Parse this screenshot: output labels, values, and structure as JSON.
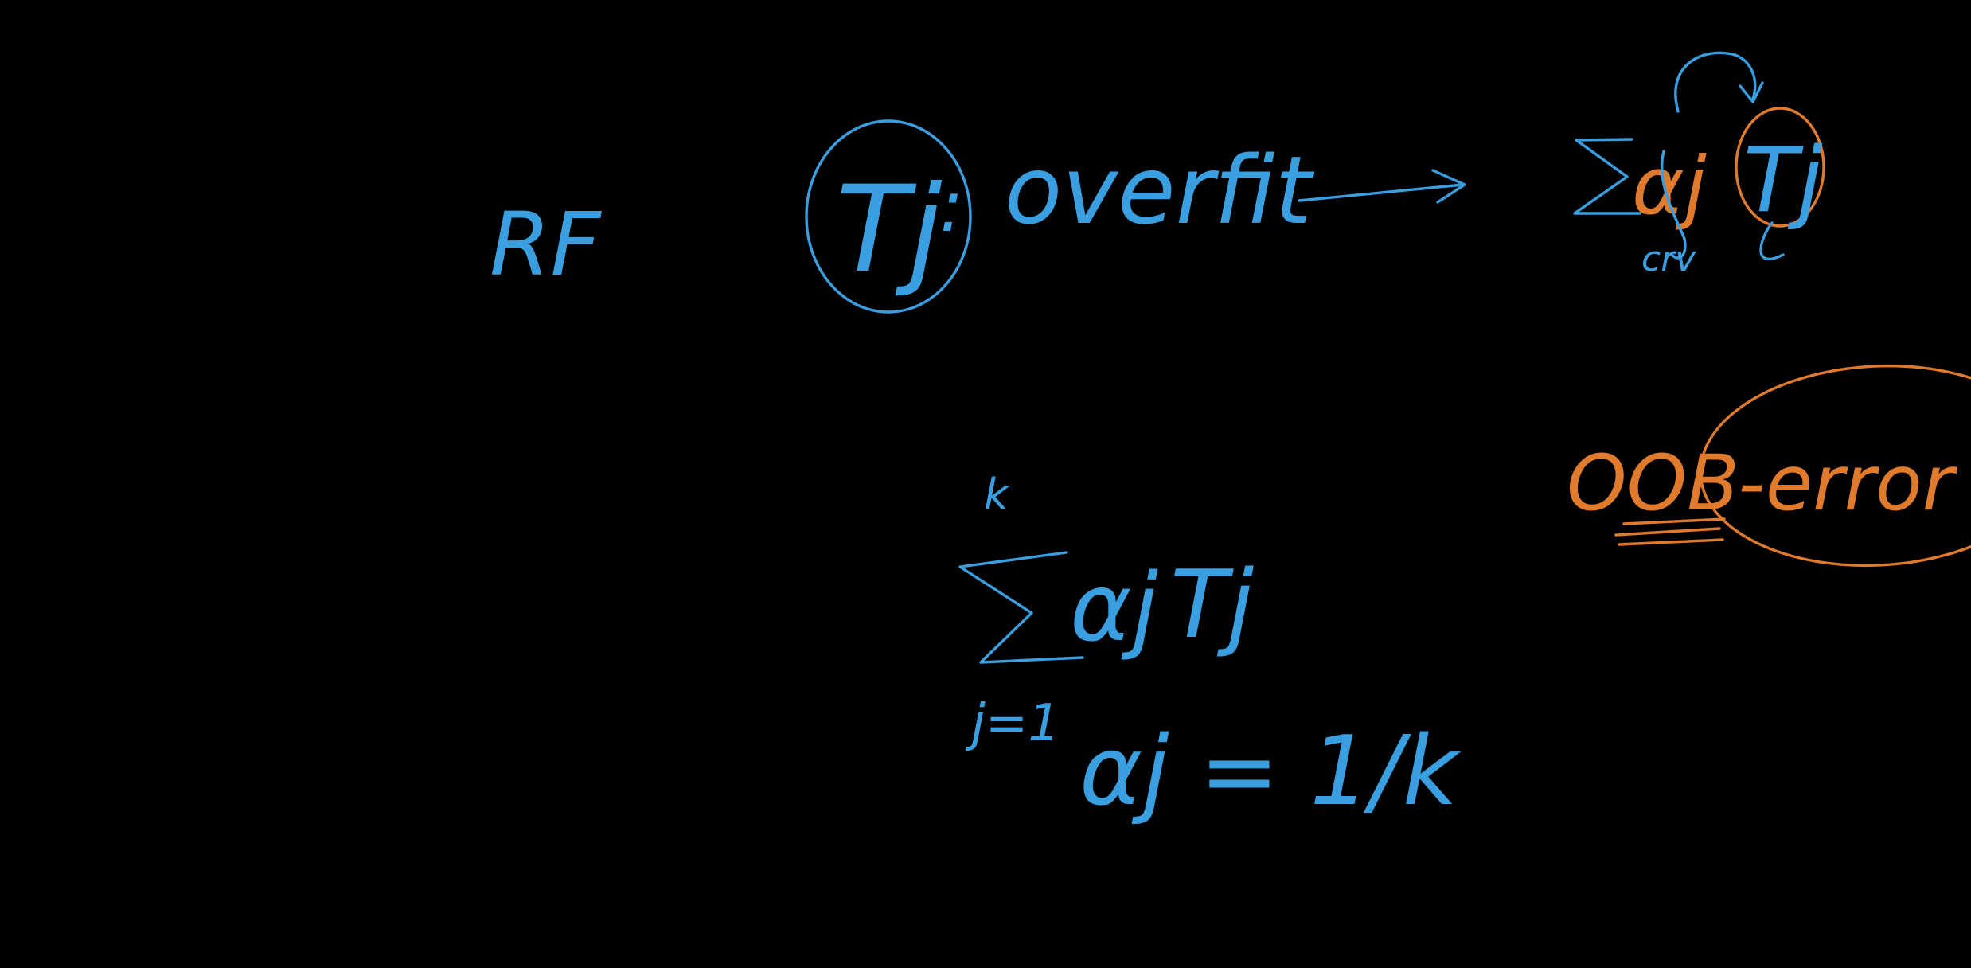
{
  "board": {
    "background_color": "#000000",
    "ink_blue": "#3a9fe0",
    "ink_orange": "#e07a2c"
  },
  "labels": {
    "rf": "RF",
    "tree_label": "Tj",
    "colon": ":",
    "overfit": "overfit",
    "sum_top": "k",
    "alpha_j": "αj",
    "t_j": "Tj",
    "sum_bottom": "j=1",
    "alpha_eq": "αj = 1/k",
    "oob": "OOB-error",
    "crv": "crv",
    "right_tj": "Tj",
    "right_alpha": "αj"
  }
}
